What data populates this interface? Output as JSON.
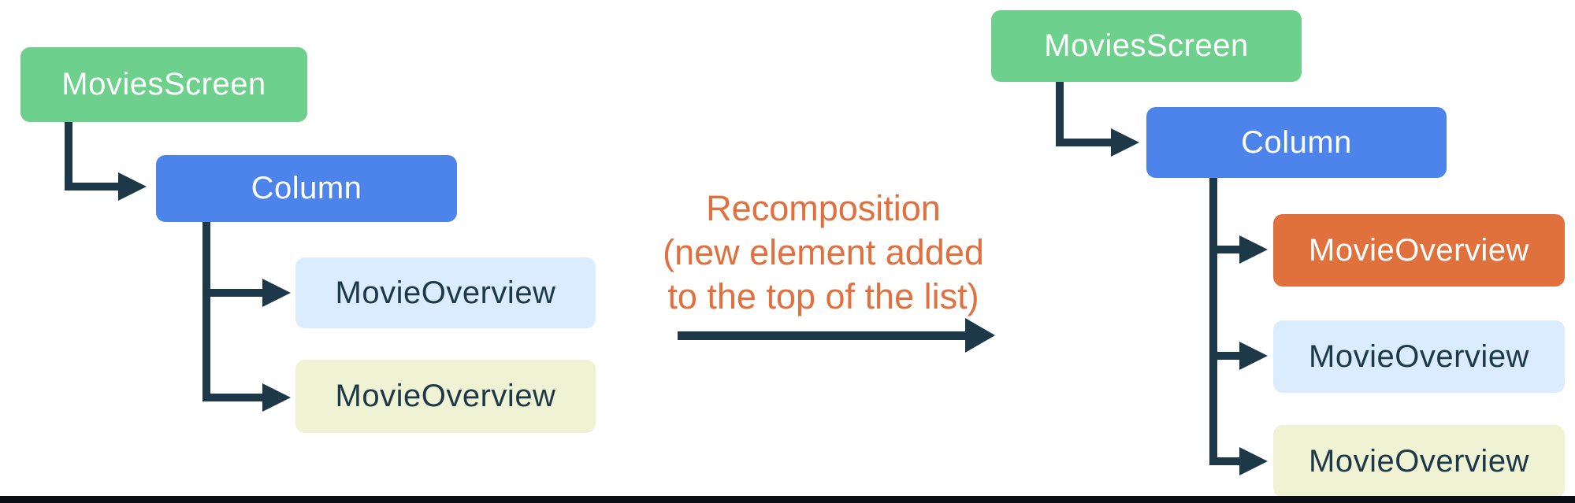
{
  "colors": {
    "background": "#ffffff",
    "green": "#6dd08c",
    "blue": "#4c84eb",
    "light-blue": "#daecfd",
    "light-yellow": "#eff3d4",
    "orange": "#e0713d",
    "navy": "#1d3849",
    "annotation-orange": "#e26f3e",
    "rule-black": "#0c0f13"
  },
  "left_tree": {
    "nodes": [
      {
        "label": "MoviesScreen"
      },
      {
        "label": "Column"
      },
      {
        "label": "MovieOverview"
      },
      {
        "label": "MovieOverview"
      }
    ]
  },
  "right_tree": {
    "nodes": [
      {
        "label": "MoviesScreen"
      },
      {
        "label": "Column"
      },
      {
        "label": "MovieOverview"
      },
      {
        "label": "MovieOverview"
      },
      {
        "label": "MovieOverview"
      }
    ]
  },
  "annotation": {
    "line1": "Recomposition",
    "line2": "(new element added",
    "line3": "to the top of the list)"
  }
}
